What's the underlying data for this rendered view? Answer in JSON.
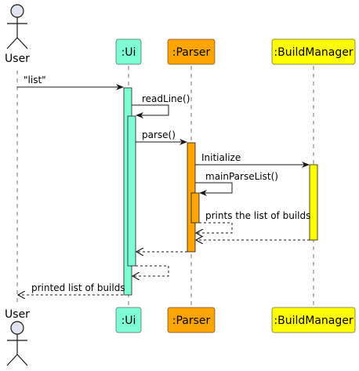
{
  "participants": {
    "user": {
      "label": "User"
    },
    "ui": {
      "label": ":Ui",
      "color": "#7fffd4"
    },
    "parser": {
      "label": ":Parser",
      "color": "#ffa500"
    },
    "buildmanager": {
      "label": ":BuildManager",
      "color": "#ffff00"
    }
  },
  "messages": {
    "m1": "\"list\"",
    "m2": "readLine()",
    "m3": "parse()",
    "m4": "Initialize",
    "m5": "mainParseList()",
    "m6": "prints the list of builds",
    "m7": "printed list of builds"
  }
}
